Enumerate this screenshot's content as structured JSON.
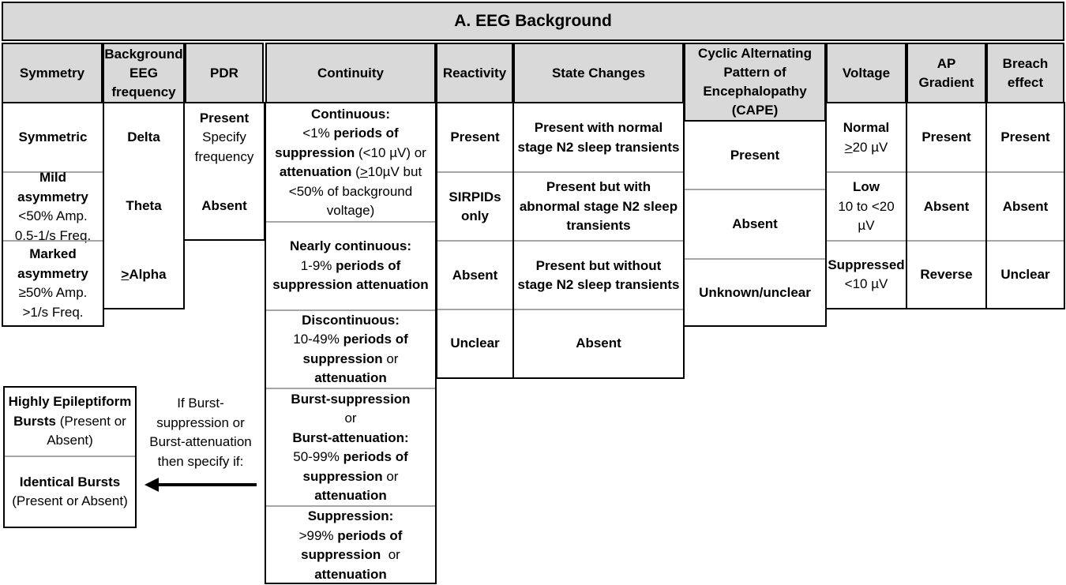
{
  "title": "A. EEG Background",
  "headers": {
    "symmetry": "Symmetry",
    "background_freq": [
      "Background",
      "EEG",
      "frequency"
    ],
    "pdr": "PDR",
    "continuity": "Continuity",
    "reactivity": "Reactivity",
    "state_changes": "State Changes",
    "cape": [
      "Cyclic Alternating",
      "Pattern of",
      "Encephalopathy",
      "(CAPE)"
    ],
    "voltage": "Voltage",
    "ap_gradient": [
      "AP",
      "Gradient"
    ],
    "breach": [
      "Breach",
      "effect"
    ]
  },
  "symmetry": {
    "symmetric": "Symmetric",
    "mild_title": [
      "Mild",
      "asymmetry"
    ],
    "mild_detail": [
      "<50% Amp.",
      "0.5-1/s Freq."
    ],
    "marked_title": [
      "Marked",
      "asymmetry"
    ],
    "marked_detail": [
      "≥50% Amp.",
      ">1/s Freq."
    ]
  },
  "background_freq": {
    "delta": "Delta",
    "theta": "Theta",
    "alpha_prefix": ">",
    "alpha_rest": "Alpha"
  },
  "pdr": {
    "present": "Present",
    "present_detail": [
      "Specify",
      "frequency"
    ],
    "absent": "Absent"
  },
  "continuity": {
    "continuous_title": "Continuous:",
    "continuous_l1_a": "<1% ",
    "continuous_l1_b": "periods of",
    "continuous_l2_a": "suppression",
    "continuous_l2_b": " (<10 µV) or",
    "continuous_l3_a": "attenuation",
    "continuous_l3_b": " (",
    "continuous_l3_c": ">",
    "continuous_l3_d": "10µV but",
    "continuous_l4": "<50% of background",
    "continuous_l5": "voltage)",
    "nearly_title": "Nearly continuous:",
    "nearly_l1_a": "1-9% ",
    "nearly_l1_b": "periods of",
    "nearly_l2": "suppression attenuation",
    "discontinuous_title": "Discontinuous:",
    "discontinuous_l1_a": "10-49% ",
    "discontinuous_l1_b": "periods of",
    "discontinuous_l2_a": "suppression",
    "discontinuous_l2_b": " or",
    "discontinuous_l3": "attenuation",
    "burst_title": "Burst-suppression",
    "burst_or": "or",
    "burst_att": "Burst-attenuation:",
    "burst_l1_a": "50-99% ",
    "burst_l1_b": "periods of",
    "burst_l2_a": "suppression",
    "burst_l2_b": " or",
    "burst_l3": "attenuation",
    "suppression_title": "Suppression:",
    "suppression_l1_a": ">99% ",
    "suppression_l1_b": "periods of",
    "suppression_l2_a": "suppression",
    "suppression_l2_b": "  or",
    "suppression_l3": "attenuation"
  },
  "reactivity": {
    "present": "Present",
    "sirpids": [
      "SIRPIDs",
      "only"
    ],
    "absent": "Absent",
    "unclear": "Unclear"
  },
  "state_changes": {
    "normal": [
      "Present with normal",
      "stage N2 sleep transients"
    ],
    "abnormal": [
      "Present but with",
      "abnormal stage N2 sleep",
      "transients"
    ],
    "without": [
      "Present but without",
      "stage N2 sleep transients"
    ],
    "absent": "Absent"
  },
  "cape": {
    "present": "Present",
    "absent": "Absent",
    "unknown": "Unknown/unclear"
  },
  "voltage": {
    "normal_title": "Normal",
    "normal_prefix": ">",
    "normal_rest": "20 µV",
    "low_title": "Low",
    "low_detail": [
      "10 to <20",
      "µV"
    ],
    "suppressed_title": "Suppressed",
    "suppressed_detail": "<10 µV"
  },
  "ap_gradient": {
    "present": "Present",
    "absent": "Absent",
    "reverse": "Reverse"
  },
  "breach": {
    "present": "Present",
    "absent": "Absent",
    "unclear": "Unclear"
  },
  "bursts_box": {
    "epileptiform_title": "Highly Epileptiform",
    "epileptiform_l2_a": "Bursts",
    "epileptiform_l2_b": " (Present or",
    "epileptiform_l3": "Absent)",
    "identical_title": "Identical Bursts",
    "identical_detail": "(Present or Absent)"
  },
  "note": [
    "If Burst-",
    "suppression or",
    "Burst-attenuation",
    "then specify if:"
  ]
}
